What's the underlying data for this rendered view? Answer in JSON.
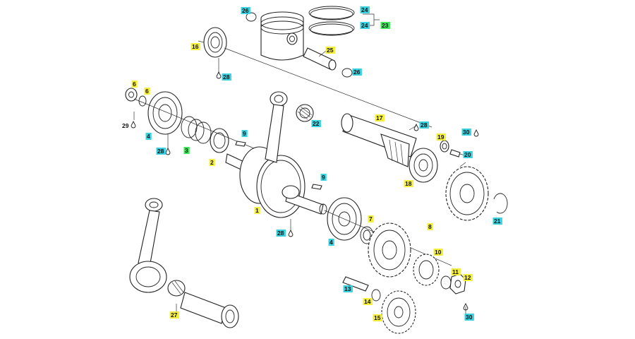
{
  "colors": {
    "yellow_tag": "#f5ef3a",
    "cyan_tag": "#39d2e0",
    "green_tag": "#3ee85a",
    "line": "#222222"
  },
  "callouts": [
    {
      "id": "c26a",
      "text": "26",
      "tag": "cyan"
    },
    {
      "id": "c24a",
      "text": "24",
      "tag": "cyan"
    },
    {
      "id": "c24b",
      "text": "24",
      "tag": "cyan"
    },
    {
      "id": "c23",
      "text": "23",
      "tag": "green"
    },
    {
      "id": "c16",
      "text": "16",
      "tag": "yellow"
    },
    {
      "id": "c28a",
      "text": "28",
      "tag": "cyan"
    },
    {
      "id": "c25",
      "text": "25",
      "tag": "yellow"
    },
    {
      "id": "c26b",
      "text": "26",
      "tag": "cyan"
    },
    {
      "id": "c6a",
      "text": "6",
      "tag": "yellow"
    },
    {
      "id": "c6b",
      "text": "6",
      "tag": "yellow"
    },
    {
      "id": "c29",
      "text": "29",
      "tag": "none"
    },
    {
      "id": "c4a",
      "text": "4",
      "tag": "cyan"
    },
    {
      "id": "c28b",
      "text": "28",
      "tag": "cyan"
    },
    {
      "id": "c3",
      "text": "3",
      "tag": "green"
    },
    {
      "id": "c2",
      "text": "2",
      "tag": "yellow"
    },
    {
      "id": "c9a",
      "text": "9",
      "tag": "cyan"
    },
    {
      "id": "c22",
      "text": "22",
      "tag": "cyan"
    },
    {
      "id": "c17",
      "text": "17",
      "tag": "yellow"
    },
    {
      "id": "c28c",
      "text": "28",
      "tag": "cyan"
    },
    {
      "id": "c19",
      "text": "19",
      "tag": "yellow"
    },
    {
      "id": "c30a",
      "text": "30",
      "tag": "cyan"
    },
    {
      "id": "c20",
      "text": "20",
      "tag": "cyan"
    },
    {
      "id": "c18",
      "text": "18",
      "tag": "yellow"
    },
    {
      "id": "c9b",
      "text": "9",
      "tag": "cyan"
    },
    {
      "id": "c1",
      "text": "1",
      "tag": "yellow"
    },
    {
      "id": "c28d",
      "text": "28",
      "tag": "cyan"
    },
    {
      "id": "c4b",
      "text": "4",
      "tag": "cyan"
    },
    {
      "id": "c7",
      "text": "7",
      "tag": "yellow"
    },
    {
      "id": "c8",
      "text": "8",
      "tag": "yellow"
    },
    {
      "id": "c21",
      "text": "21",
      "tag": "cyan"
    },
    {
      "id": "c10",
      "text": "10",
      "tag": "yellow"
    },
    {
      "id": "c11",
      "text": "11",
      "tag": "yellow"
    },
    {
      "id": "c12",
      "text": "12",
      "tag": "yellow"
    },
    {
      "id": "c13",
      "text": "13",
      "tag": "cyan"
    },
    {
      "id": "c14",
      "text": "14",
      "tag": "yellow"
    },
    {
      "id": "c15",
      "text": "15",
      "tag": "yellow"
    },
    {
      "id": "c30b",
      "text": "30",
      "tag": "cyan"
    },
    {
      "id": "c27",
      "text": "27",
      "tag": "yellow"
    }
  ]
}
